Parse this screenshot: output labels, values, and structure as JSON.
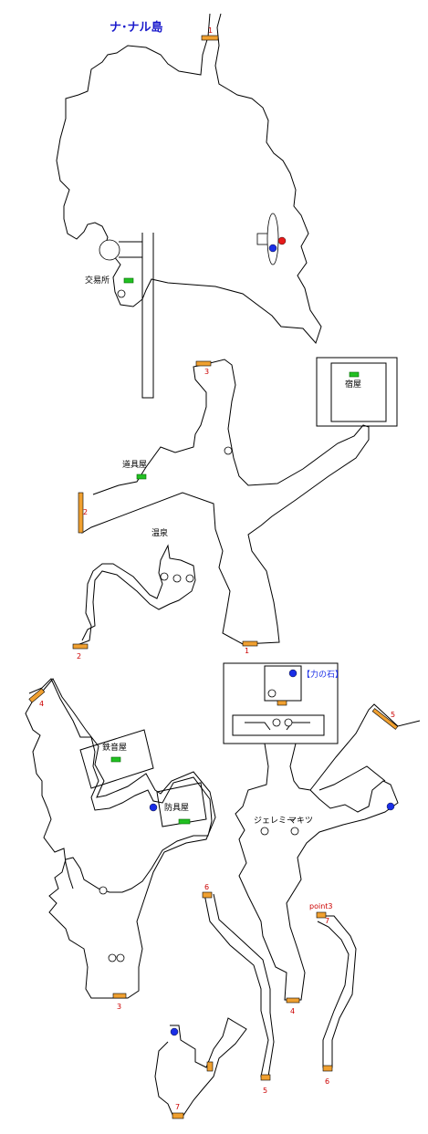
{
  "title": "ナ･ナル島",
  "areas": {
    "trade": "交易所",
    "inn": "宿屋",
    "item_shop": "道具屋",
    "hot_spring": "温泉",
    "smith": "鉄音屋",
    "armor_shop": "防具屋",
    "power_stone": "【力の石】",
    "jeremy": "ジェレミー",
    "makitsu": "マキツ"
  },
  "exits": {
    "e1_top": "1",
    "e3_mid": "3",
    "e2_left": "2",
    "e2_bottom": "2",
    "e1_mid": "1",
    "e4_left": "4",
    "e5_right": "5",
    "e3_bottom": "3",
    "e6_top": "6",
    "e4_bottom": "4",
    "point3": "point3",
    "e7_top": "7",
    "e5_bottom": "5",
    "e6_bottom": "6",
    "e7_bottom": "7"
  },
  "colors": {
    "exit": "#f0a030",
    "shop": "#22c022",
    "blue_marker": "#1a2ee6",
    "red_marker": "#e61a1a",
    "title": "#1a1acc",
    "exit_number": "#cc0000"
  }
}
